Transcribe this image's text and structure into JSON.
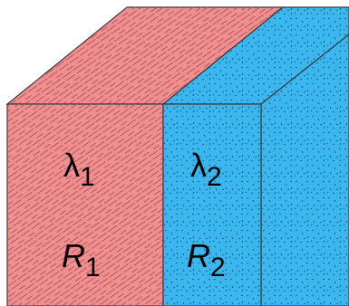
{
  "layer_1": {
    "conductivity_symbol": "λ",
    "conductivity_subscript": "1",
    "resistance_symbol": "R",
    "resistance_subscript": "1"
  },
  "layer_2": {
    "conductivity_symbol": "λ",
    "conductivity_subscript": "2",
    "resistance_symbol": "R",
    "resistance_subscript": "2"
  },
  "colors": {
    "layer_1_fill": "#f08e90",
    "layer_1_texture": "#b65a5e",
    "layer_2_fill": "#3cb6ee",
    "layer_2_texture": "#175f85",
    "outline": "#3a3a3a"
  },
  "textures": {
    "layer_1": "hatched-strokes",
    "layer_2": "speckled-dots"
  }
}
